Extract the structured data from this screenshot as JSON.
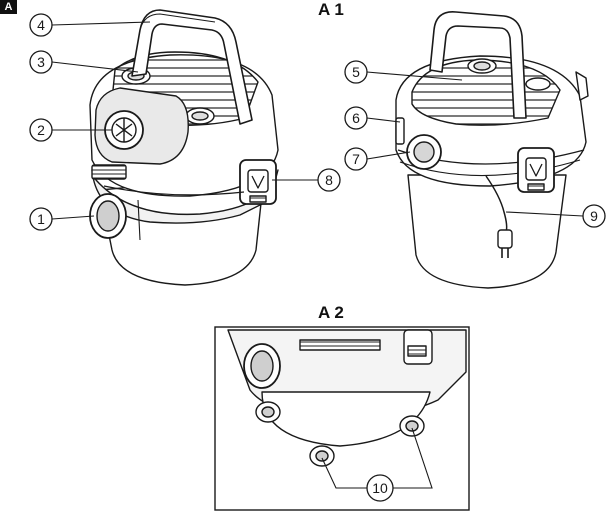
{
  "corner_tag": "A",
  "panels": {
    "a1_title": "A 1",
    "a2_title": "A 2"
  },
  "callouts": [
    "1",
    "2",
    "3",
    "4",
    "5",
    "6",
    "7",
    "8",
    "9",
    "10"
  ],
  "colors": {
    "ink": "#1a1a1a",
    "line": "#222222",
    "paper": "#ffffff",
    "shade": "#8a8a8a"
  }
}
